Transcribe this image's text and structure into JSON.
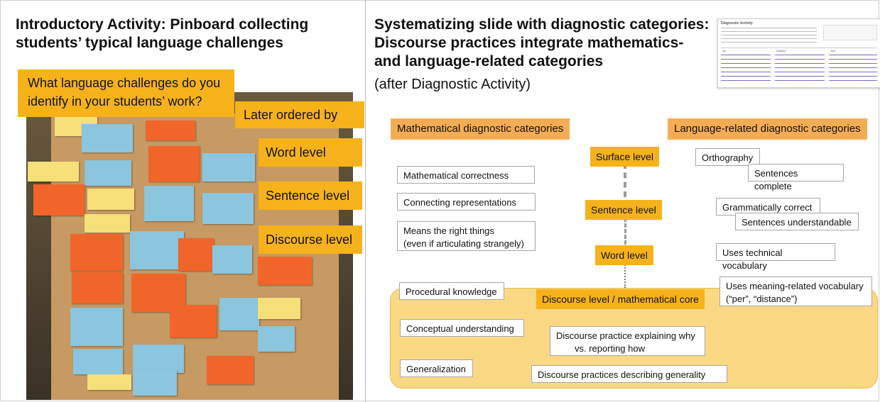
{
  "left": {
    "title_line1": "Introductory Activity: Pinboard collecting",
    "title_line2": "students’ typical language challenges",
    "question_line1": "What language challenges do you",
    "question_line2": "identify in your students’ work?",
    "later_ordered": "Later ordered by",
    "levels": [
      "Word level",
      "Sentence level",
      "Discourse level"
    ]
  },
  "right": {
    "title_line1": "Systematizing slide with diagnostic categories:",
    "title_line2": "Discourse practices integrate mathematics-",
    "title_line3": "and language-related categories",
    "subtitle": "(after Diagnostic Activity)",
    "math_header": "Mathematical diagnostic categories",
    "lang_header": "Language-related diagnostic categories",
    "math_items": [
      "Mathematical correctness",
      "Connecting representations",
      "Means the right things",
      "(even if articulating strangely)"
    ],
    "levels": [
      "Surface level",
      "Sentence level",
      "Word level",
      "Discourse level / mathematical core"
    ],
    "lang_items": [
      "Orthography",
      "Sentences complete",
      "Grammatically correct",
      "Sentences understandable",
      "Uses technical vocabulary",
      "Uses meaning-related vocabulary",
      "(“per”, “distance”)"
    ],
    "core_items": [
      "Procedural knowledge",
      "Conceptual understanding",
      "Generalization",
      "Discourse practice explaining why",
      "vs. reporting how",
      "Discourse practices describing generality"
    ]
  },
  "thumbnail": {
    "heading": "Diagnostic Activity",
    "col1": "Ali",
    "col2": "Subrka",
    "col3": "Toni"
  },
  "colors": {
    "accent": "#f6b21b",
    "header": "#f4ad55",
    "core": "#fbd984"
  }
}
